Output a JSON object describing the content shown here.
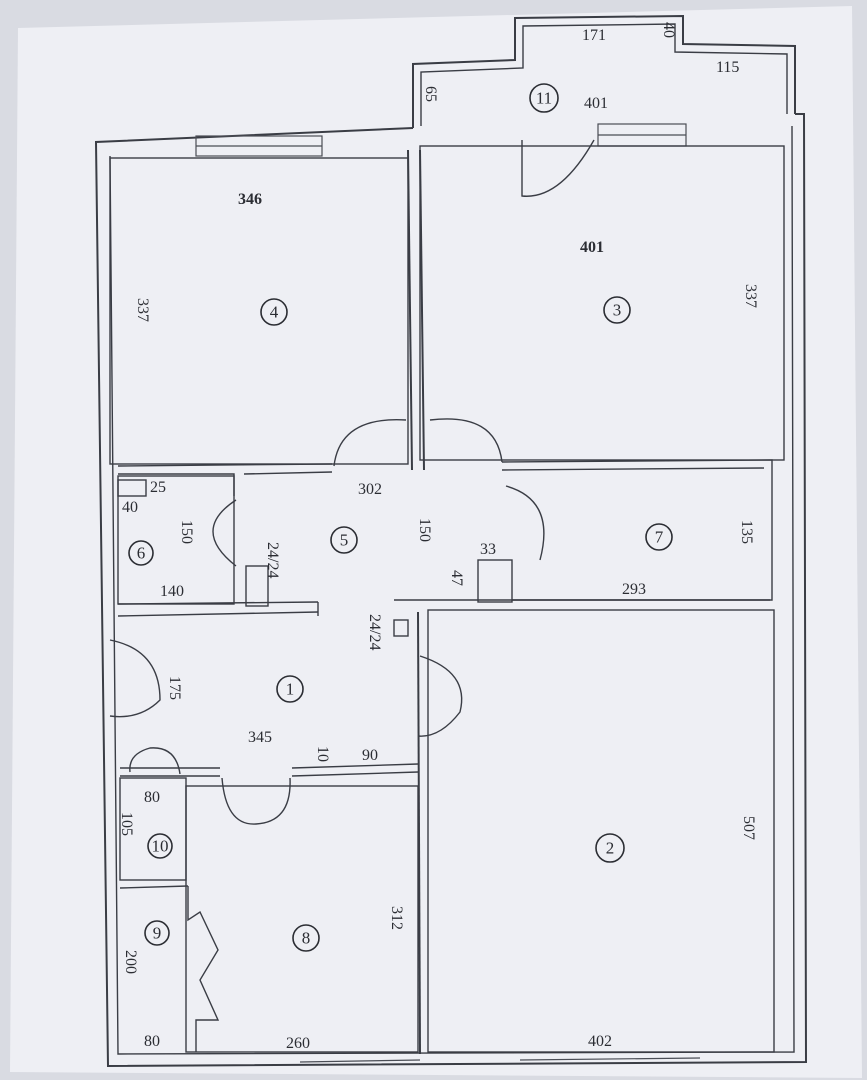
{
  "plan": {
    "colors": {
      "paper": "#f1f2f6",
      "ink": "#2b2d33",
      "background": "#d9dbe2"
    },
    "rooms": [
      {
        "id": "room-1",
        "number": "1"
      },
      {
        "id": "room-2",
        "number": "2"
      },
      {
        "id": "room-3",
        "number": "3"
      },
      {
        "id": "room-4",
        "number": "4"
      },
      {
        "id": "room-5",
        "number": "5"
      },
      {
        "id": "room-6",
        "number": "6"
      },
      {
        "id": "room-7",
        "number": "7"
      },
      {
        "id": "room-8",
        "number": "8"
      },
      {
        "id": "room-9",
        "number": "9"
      },
      {
        "id": "room-10",
        "number": "10"
      },
      {
        "id": "room-11",
        "number": "11"
      }
    ],
    "dimensions": [
      "171",
      "40",
      "115",
      "65",
      "401",
      "346",
      "337",
      "401",
      "337",
      "302",
      "25",
      "40",
      "150",
      "150",
      "140",
      "24/24",
      "33",
      "47",
      "135",
      "293",
      "24/24",
      "175",
      "345",
      "10",
      "90",
      "80",
      "105",
      "507",
      "312",
      "200",
      "80",
      "260",
      "402"
    ]
  }
}
